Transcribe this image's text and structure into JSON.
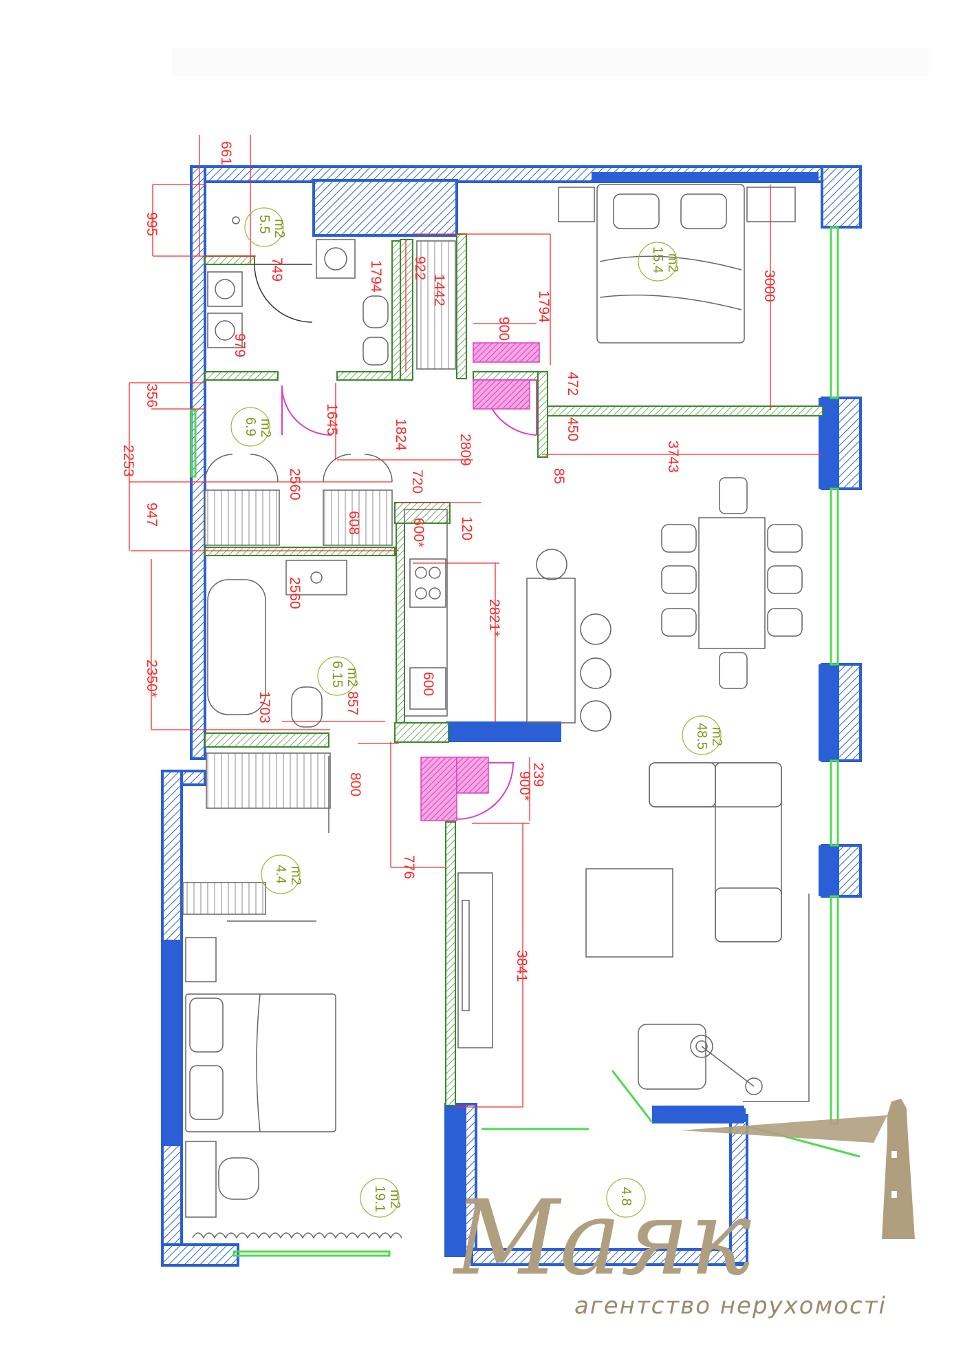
{
  "header_text": "",
  "rooms": [
    {
      "id": "bath-small",
      "area": "5.5",
      "unit": "m2"
    },
    {
      "id": "bedroom-master",
      "area": "15.4",
      "unit": "m2"
    },
    {
      "id": "hall",
      "area": "6.9",
      "unit": "m2"
    },
    {
      "id": "bathroom",
      "area": "6.15",
      "unit": "m2"
    },
    {
      "id": "living-kitchen",
      "area": "48.5",
      "unit": "m2"
    },
    {
      "id": "dressing",
      "area": "4.4",
      "unit": "m2"
    },
    {
      "id": "bedroom-second",
      "area": "19.1",
      "unit": "m2"
    },
    {
      "id": "balcony",
      "area": "4.8",
      "unit": ""
    }
  ],
  "dimensions": [
    "661",
    "995",
    "749",
    "1794",
    "922",
    "1442",
    "1794",
    "900",
    "3000",
    "979",
    "472",
    "356",
    "450",
    "1645",
    "1824",
    "2809",
    "3743",
    "85",
    "2253",
    "2560",
    "720",
    "947",
    "608",
    "120",
    "600*",
    "2560",
    "2821*",
    "2350*",
    "1703",
    "857",
    "600",
    "800",
    "239",
    "900*",
    "776",
    "3841"
  ],
  "brand": {
    "name": "Маяк",
    "tagline": "агентство нерухомості",
    "colors": {
      "gold": "#b09f7f",
      "wall_blue": "#2a5fd6",
      "hatch": "#2a5fd6",
      "dim_red": "#ff2a2a",
      "area_green": "#7a9a1a",
      "partition_green": "#3a8a2a",
      "pink": "#e040c0",
      "window_green": "#4ddb4d"
    }
  }
}
